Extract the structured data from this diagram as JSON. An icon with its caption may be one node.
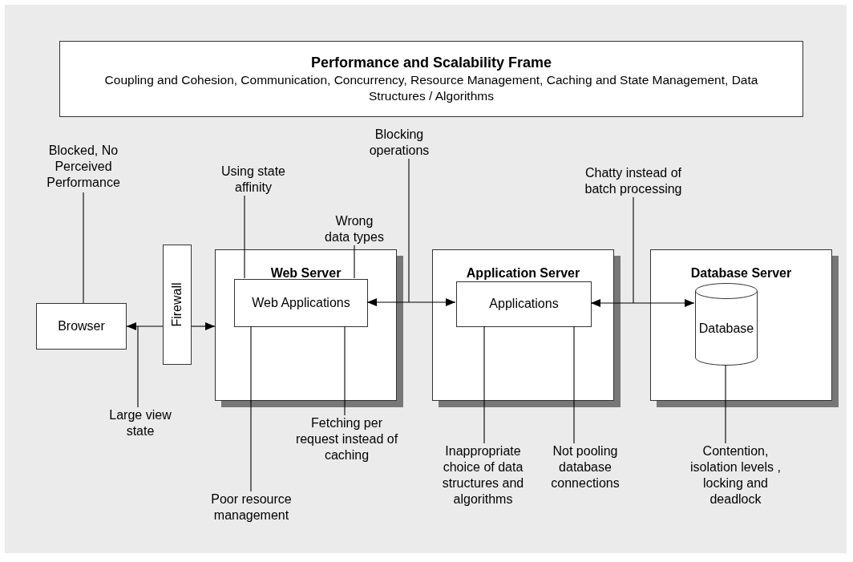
{
  "diagram": {
    "nodes": [
      {
        "text": [
          "Performance and Scalability Frame",
          "Coupling and Cohesion, Communication, Concurrency, Resource Management, Caching and State Management, Data Structures / Algorithms"
        ]
      },
      {
        "text": [
          "Browser"
        ]
      },
      {
        "text": [
          "Firewall"
        ]
      },
      {
        "text": [
          "Web Server"
        ]
      },
      {
        "text": [
          "Web Applications"
        ],
        "in": 3
      },
      {
        "text": [
          "Application Server"
        ]
      },
      {
        "text": [
          "Applications"
        ],
        "in": 5
      },
      {
        "text": [
          "Database Server"
        ]
      },
      {
        "text": [
          "Database"
        ],
        "in": 7
      },
      {
        "text": [
          "Blocked, No Perceived Performance"
        ]
      },
      {
        "text": [
          "Using state affinity"
        ]
      },
      {
        "text": [
          "Wrong data types"
        ]
      },
      {
        "text": [
          "Blocking operations"
        ]
      },
      {
        "text": [
          "Chatty instead of batch processing"
        ]
      },
      {
        "text": [
          "Large view state"
        ]
      },
      {
        "text": [
          "Poor resource management"
        ]
      },
      {
        "text": [
          "Fetching per request instead of caching"
        ]
      },
      {
        "text": [
          "Inappropriate choice of data structures and algorithms"
        ]
      },
      {
        "text": [
          "Not pooling database connections"
        ]
      },
      {
        "text": [
          "Contention, isolation levels , locking and deadlock"
        ]
      }
    ],
    "edges": [
      {
        "from": 2,
        "to": 1,
        "arrow": "to"
      },
      {
        "from": 2,
        "to": 3,
        "arrow": "to"
      },
      {
        "from": 4,
        "to": 6,
        "arrow": "both"
      },
      {
        "from": 6,
        "to": 8,
        "arrow": "both"
      },
      {
        "from": 9,
        "to": 1,
        "arrow": "none"
      },
      {
        "from": 10,
        "to": 4,
        "arrow": "none"
      },
      {
        "from": 11,
        "to": 4,
        "arrow": "none"
      },
      {
        "from": 12,
        "to": null,
        "arrow": "none"
      },
      {
        "from": 13,
        "to": null,
        "arrow": "none"
      },
      {
        "from": 14,
        "to": null,
        "arrow": "none"
      },
      {
        "from": 15,
        "to": 4,
        "arrow": "none"
      },
      {
        "from": 16,
        "to": 4,
        "arrow": "none"
      },
      {
        "from": 17,
        "to": 6,
        "arrow": "none"
      },
      {
        "from": 18,
        "to": 6,
        "arrow": "none"
      },
      {
        "from": 19,
        "to": 8,
        "arrow": "none"
      }
    ]
  }
}
